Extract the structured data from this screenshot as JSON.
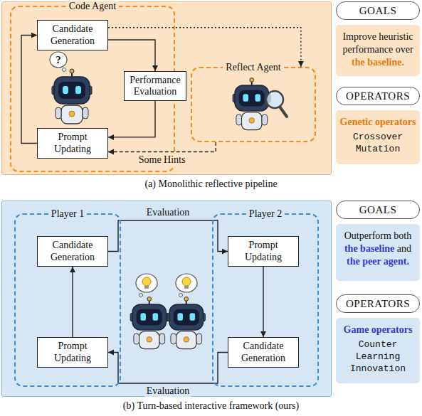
{
  "diagram": {
    "nodes": [
      {
        "text": [
          "(a) Monolithic reflective pipeline"
        ]
      },
      {
        "text": [
          "Code Agent"
        ],
        "in": 0
      },
      {
        "text": [
          "Candidate Generation"
        ],
        "in": 1
      },
      {
        "text": [
          "Performance Evaluation"
        ],
        "in": 0
      },
      {
        "text": [
          "Prompt Updating"
        ],
        "in": 1
      },
      {
        "text": [
          "Reflect Agent"
        ],
        "in": 0
      },
      {
        "text": [
          "GOALS",
          "Improve heuristic performance over",
          "the baseline."
        ]
      },
      {
        "text": [
          "OPERATORS",
          "Genetic operators",
          "Crossover",
          "Mutation"
        ]
      },
      {
        "text": [
          "(b) Turn-based interactive framework (ours)"
        ]
      },
      {
        "text": [
          "Player 1"
        ],
        "in": 8
      },
      {
        "text": [
          "Candidate Generation"
        ],
        "in": 9
      },
      {
        "text": [
          "Prompt Updating"
        ],
        "in": 9
      },
      {
        "text": [
          "Player 2"
        ],
        "in": 8
      },
      {
        "text": [
          "Prompt Updating"
        ],
        "in": 12
      },
      {
        "text": [
          "Candidate Generation"
        ],
        "in": 12
      },
      {
        "text": [
          "GOALS",
          "Outperform both",
          "the baseline",
          "and",
          "the peer agent."
        ]
      },
      {
        "text": [
          "OPERATORS",
          "Game operators",
          "Counter",
          "Learning",
          "Innovation"
        ]
      }
    ],
    "edges": [
      {
        "from": 2,
        "to": 3,
        "arrow": "to"
      },
      {
        "from": 3,
        "to": 4,
        "arrow": "to"
      },
      {
        "from": 4,
        "to": 2,
        "arrow": "to"
      },
      {
        "from": 2,
        "to": 5,
        "arrow": "to"
      },
      {
        "from": 5,
        "to": 4,
        "label": "Some Hints",
        "arrow": "to"
      },
      {
        "from": 10,
        "to": 13,
        "label": "Evaluation",
        "arrow": "to"
      },
      {
        "from": 13,
        "to": 14,
        "arrow": "to"
      },
      {
        "from": 14,
        "to": 11,
        "label": "Evaluation",
        "arrow": "to"
      },
      {
        "from": 11,
        "to": 10,
        "arrow": "to"
      }
    ],
    "labels": [
      "?"
    ]
  }
}
